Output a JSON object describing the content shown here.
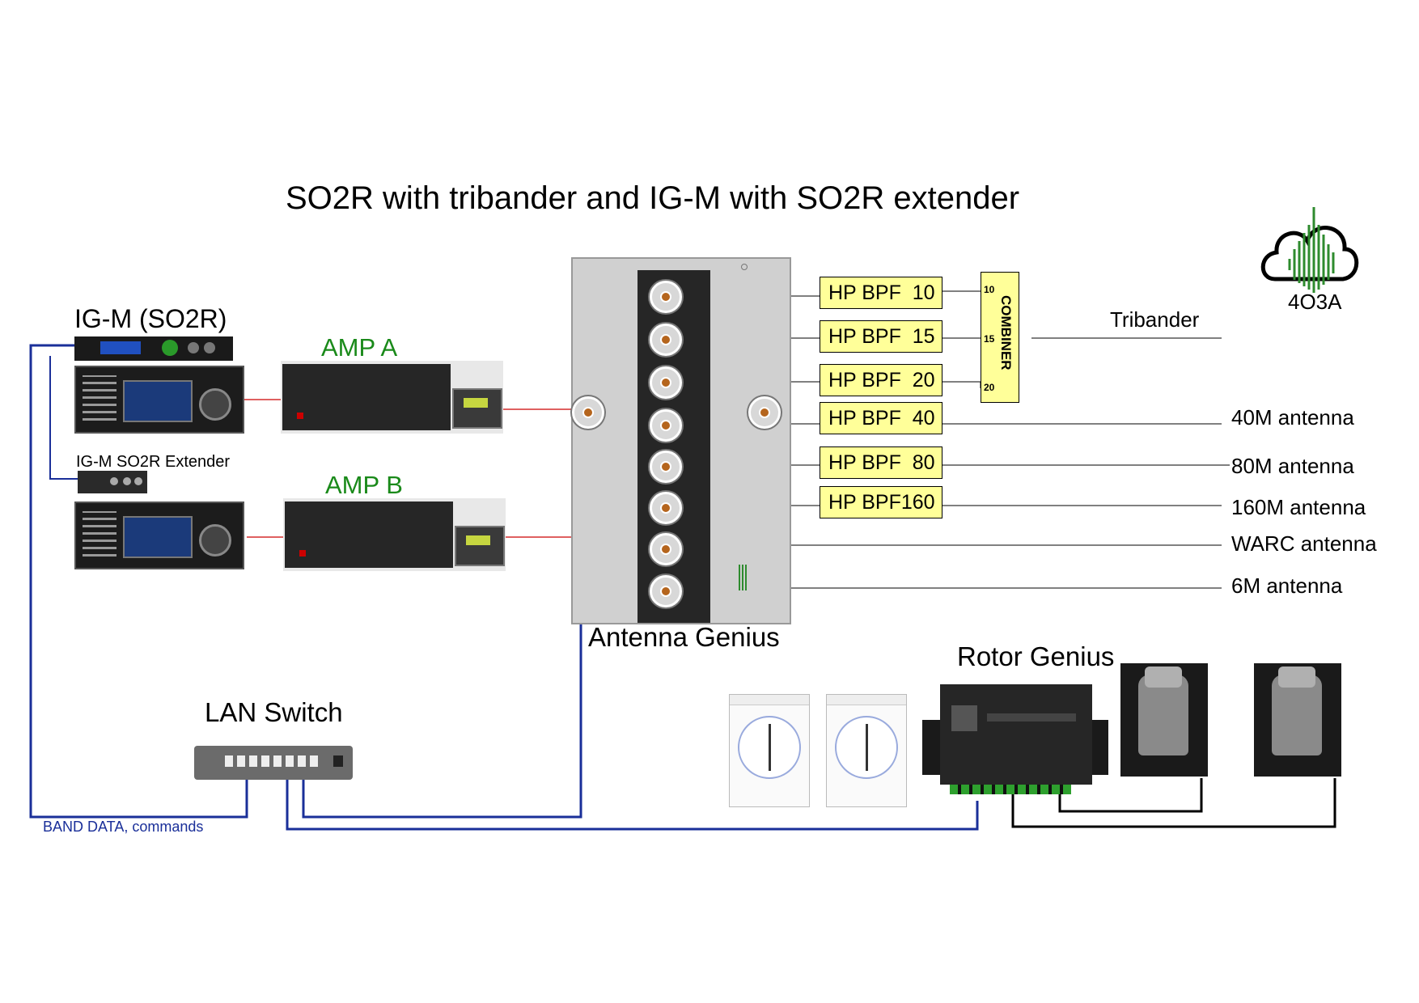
{
  "title": "SO2R with tribander and IG-M with SO2R extender",
  "logo": {
    "text": "4O3A"
  },
  "igm": {
    "label": "IG-M (SO2R)"
  },
  "extender": {
    "label": "IG-M SO2R Extender"
  },
  "amp_a": {
    "label": "AMP A"
  },
  "amp_b": {
    "label": "AMP B"
  },
  "antenna_genius": {
    "label": "Antenna Genius"
  },
  "filters": [
    "HP BPF  10",
    "HP BPF  15",
    "HP BPF  20",
    "HP BPF  40",
    "HP BPF  80",
    "HP BPF160"
  ],
  "combiner": {
    "label": "COMBINER",
    "ports": [
      "10",
      "15",
      "20"
    ]
  },
  "antennas": {
    "tribander": "Tribander",
    "a40": "40M antenna",
    "a80": "80M antenna",
    "a160": "160M antenna",
    "warc": "WARC antenna",
    "a6": "6M antenna"
  },
  "lan_switch": {
    "label": "LAN Switch"
  },
  "rotor_genius": {
    "label": "Rotor Genius"
  },
  "band_data": {
    "label": "BAND DATA, commands"
  },
  "colors": {
    "blue_wire": "#1a2f99",
    "red_wire": "#cc0000",
    "filter_fill": "#ffff99",
    "logo_green": "#2e8b2e"
  },
  "icons": [
    "transceiver-icon",
    "amplifier-icon",
    "coax-connector-icon",
    "lan-switch-icon",
    "rotor-icon",
    "monitor-window-icon",
    "cloud-logo-icon"
  ]
}
